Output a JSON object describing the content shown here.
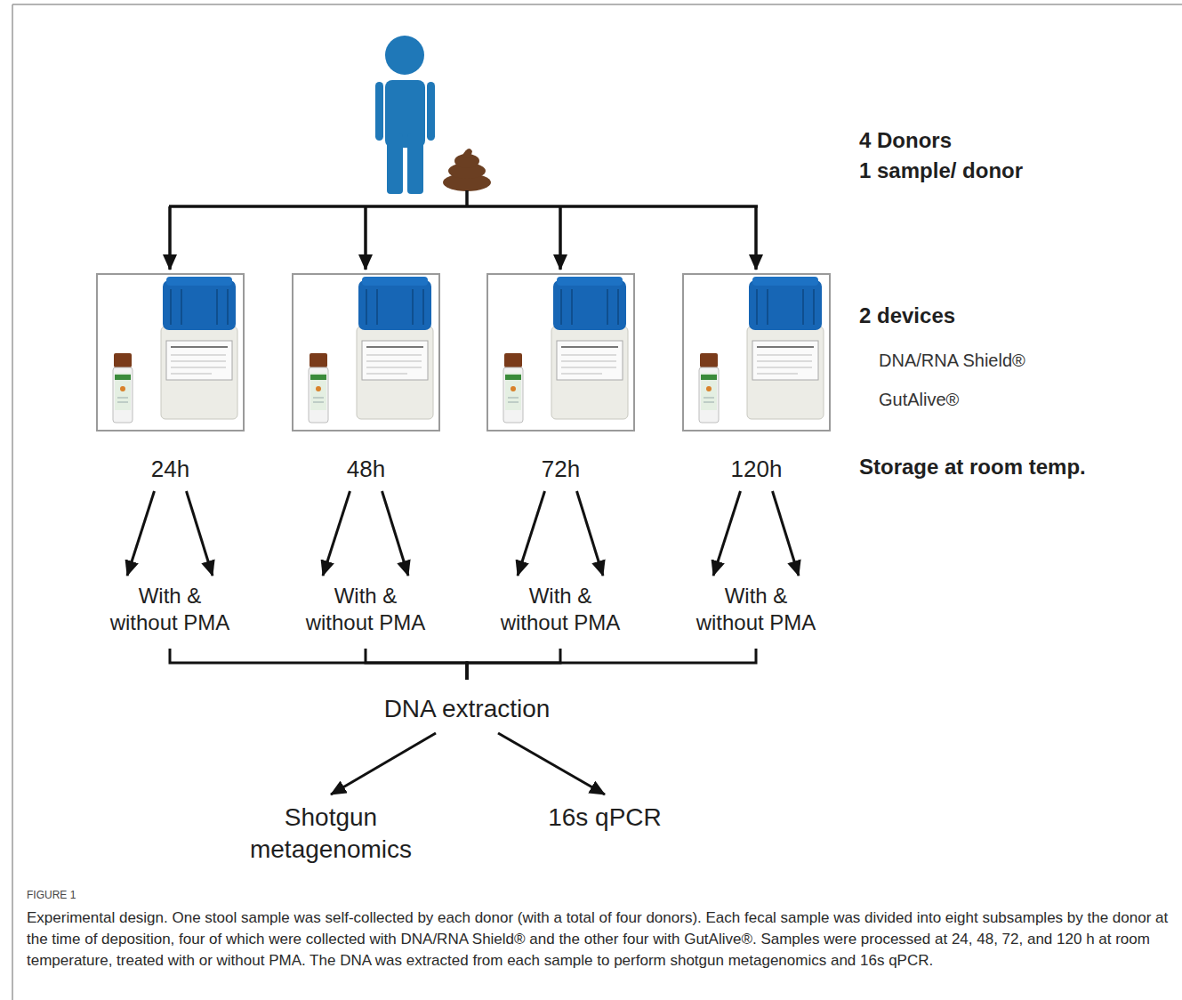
{
  "diagram": {
    "caption": "Experimental design. One stool sample was self-collected by each donor (with a total of four donors). Each fecal sample was divided into eight subsamples by the donor at the time of deposition, four of which were collected with DNA/RNA Shield® and the other four with GutAlive®. Samples were processed at 24, 48, 72, and 120 h at room temperature, treated with or without PMA. The DNA was extracted from each sample to perform shotgun metagenomics and 16s qPCR.",
    "nodes": [
      {
        "text": [
          "24h"
        ]
      },
      {
        "text": [
          "48h"
        ]
      },
      {
        "text": [
          "72h"
        ]
      },
      {
        "text": [
          "120h"
        ]
      },
      {
        "text": [
          "With & without PMA"
        ]
      },
      {
        "text": [
          "With & without PMA"
        ]
      },
      {
        "text": [
          "With & without PMA"
        ]
      },
      {
        "text": [
          "With & without PMA"
        ]
      },
      {
        "text": [
          "DNA extraction"
        ]
      },
      {
        "text": [
          "Shotgun metagenomics"
        ]
      },
      {
        "text": [
          "16s qPCR"
        ]
      }
    ],
    "edges": [
      {
        "from": 0,
        "to": 4,
        "arrow": "to"
      },
      {
        "from": 0,
        "to": 4,
        "arrow": "to"
      },
      {
        "from": 1,
        "to": 5,
        "arrow": "to"
      },
      {
        "from": 1,
        "to": 5,
        "arrow": "to"
      },
      {
        "from": 2,
        "to": 6,
        "arrow": "to"
      },
      {
        "from": 2,
        "to": 6,
        "arrow": "to"
      },
      {
        "from": 3,
        "to": 7,
        "arrow": "to"
      },
      {
        "from": 3,
        "to": 7,
        "arrow": "to"
      },
      {
        "from": 4,
        "to": 8,
        "arrow": "none"
      },
      {
        "from": 5,
        "to": 8,
        "arrow": "none"
      },
      {
        "from": 6,
        "to": 8,
        "arrow": "none"
      },
      {
        "from": 7,
        "to": 8,
        "arrow": "none"
      },
      {
        "from": 8,
        "to": 9,
        "arrow": "to"
      },
      {
        "from": 8,
        "to": 10,
        "arrow": "to"
      }
    ],
    "labels": [
      "4 Donors",
      "1 sample/ donor",
      "2 devices",
      "DNA/RNA Shield®",
      "GutAlive®",
      "Storage at room temp.",
      "FIGURE 1"
    ]
  }
}
